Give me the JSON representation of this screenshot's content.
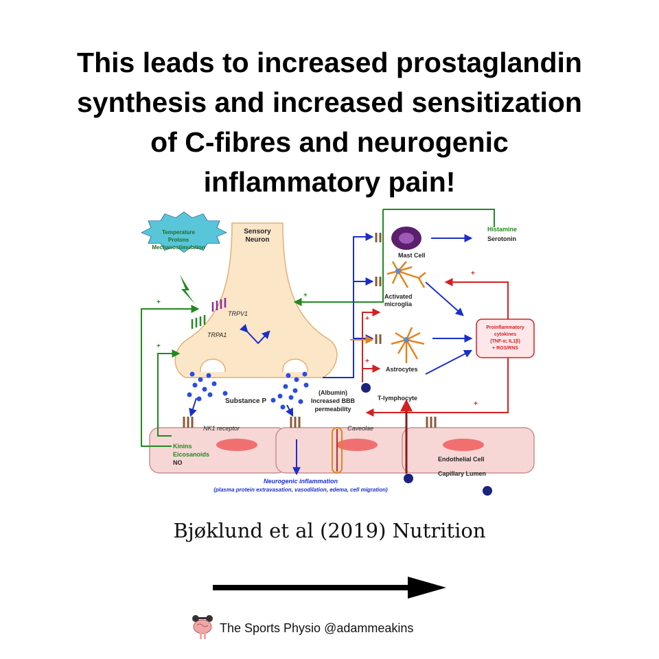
{
  "headline": {
    "lines": [
      "This leads to increased prostaglandin",
      "synthesis and increased sensitization",
      "of C-fibres and neurogenic",
      "inflammatory pain!"
    ]
  },
  "diagram": {
    "stimulus_lines": [
      "Temperature",
      "Protons",
      "Mechanostimulation"
    ],
    "sensory_neuron_lines": [
      "Sensory",
      "Neuron"
    ],
    "trpv1": "TRPV1",
    "trpa1": "TRPA1",
    "substance_p": "Substance P",
    "nk1_receptor": "NK1 receptor",
    "kinins": "Kinins",
    "eicosanoids": "Eicosanoids",
    "no": "NO",
    "mast_cell": "Mast Cell",
    "histamine": "Histamine",
    "serotonin": "Serotonin",
    "activated_microglia_lines": [
      "Activated",
      "microglia"
    ],
    "astrocytes": "Astrocytes",
    "proinflammatory_lines": [
      "Proinflammatory",
      "cytokines",
      "(TNF-α; IL1β)",
      "+ ROS/RNS"
    ],
    "bbb_lines": [
      "(Albumin)",
      "Increased BBB",
      "permeability"
    ],
    "t_lymphocyte": "T-lymphocyte",
    "caveolae": "Caveolae",
    "endothelial_cell": "Endothelial Cell",
    "capillary_lumen": "Capillary Lumen",
    "neurogenic_inflammation": "Neurogenic inflammation",
    "neurogenic_details": "(plasma protein extravasation, vasodilation, edema, cell migration)",
    "plus": "+",
    "colors": {
      "green": "#1f8a1f",
      "blue": "#1a2fc9",
      "red": "#d42020",
      "orange": "#e2841b",
      "cell_pink": "#f7d6d6",
      "nucleus": "#f07070",
      "neuron": "#fbe6c8"
    }
  },
  "citation": "Bjøklund et al (2019) Nutrition",
  "brand": {
    "text": "The Sports Physio @adammeakins",
    "logo_icon": "brain-mascot-icon"
  }
}
